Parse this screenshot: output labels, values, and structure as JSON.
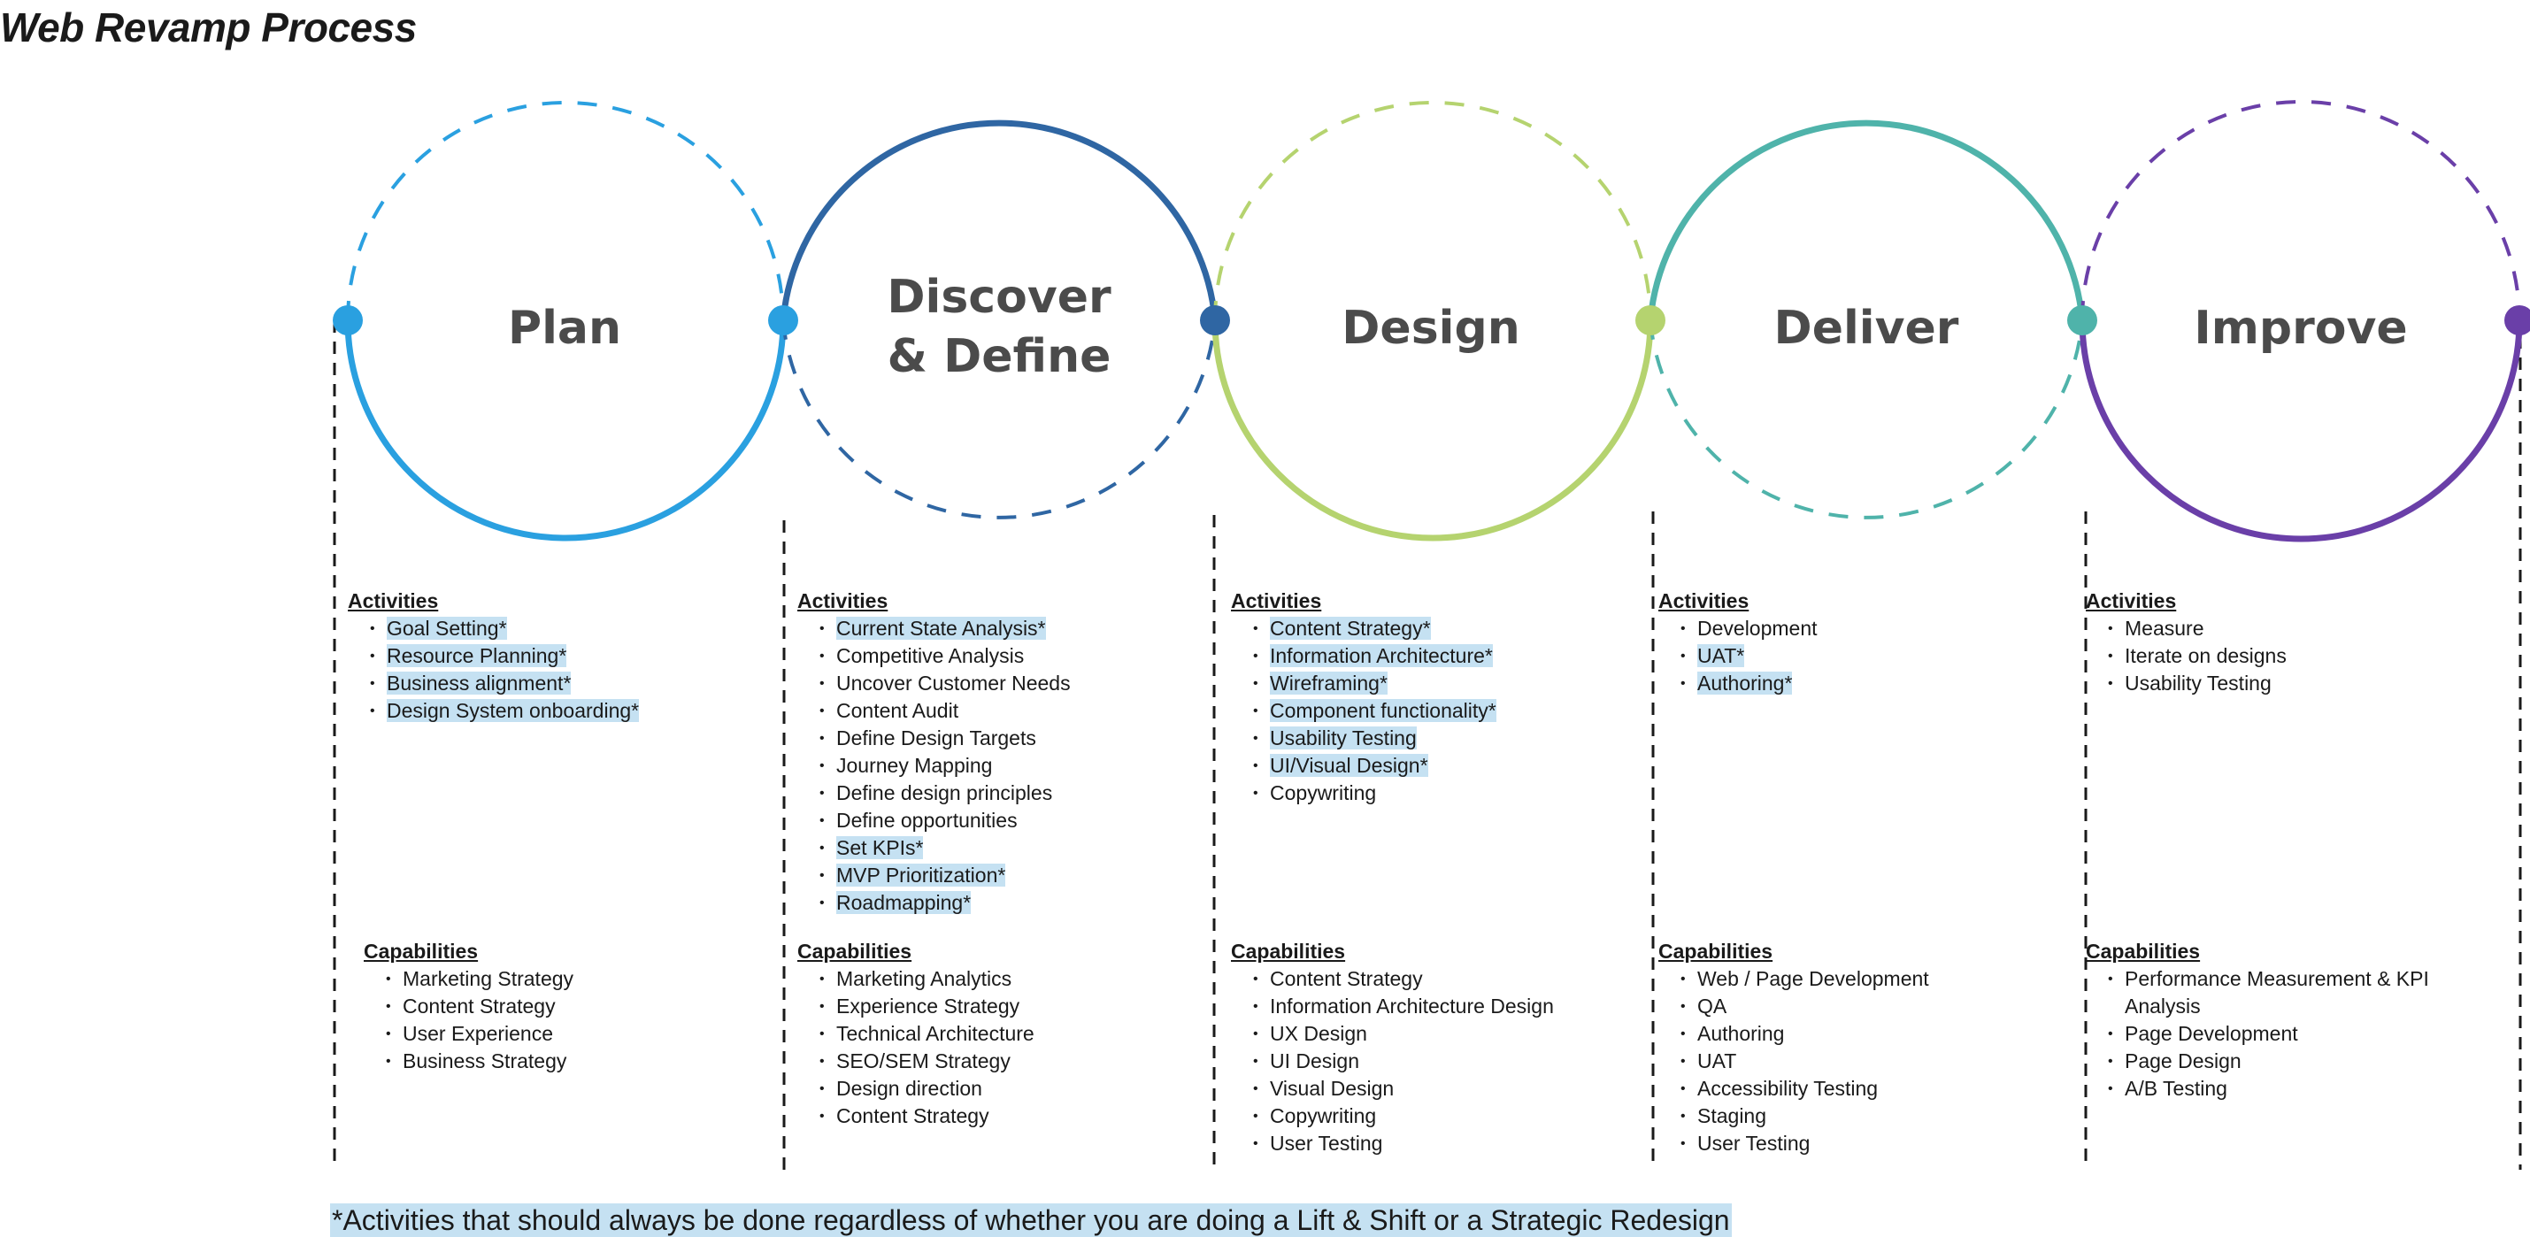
{
  "title": "Web Revamp Process",
  "colors": {
    "plan": "#2aa0e0",
    "discover": "#2f66a3",
    "design": "#b5d36f",
    "deliver": "#4fb3aa",
    "improve": "#6a3fa8",
    "highlight": "#c5e1f2"
  },
  "stages": [
    {
      "lines": [
        "Plan"
      ],
      "activities_label": "Activities",
      "activities": [
        {
          "text": "Goal Setting*",
          "highlight": true
        },
        {
          "text": "Resource Planning*",
          "highlight": true
        },
        {
          "text": "Business alignment*",
          "highlight": true
        },
        {
          "text": "Design System onboarding*",
          "highlight": true
        }
      ],
      "capabilities_label": "Capabilities",
      "capabilities": [
        "Marketing Strategy",
        "Content Strategy",
        "User Experience",
        "Business Strategy"
      ]
    },
    {
      "lines": [
        "Discover",
        "& Define"
      ],
      "activities_label": "Activities",
      "activities": [
        {
          "text": "Current State Analysis*",
          "highlight": true
        },
        {
          "text": "Competitive Analysis",
          "highlight": false
        },
        {
          "text": "Uncover Customer Needs",
          "highlight": false
        },
        {
          "text": "Content Audit",
          "highlight": false
        },
        {
          "text": "Define Design Targets",
          "highlight": false
        },
        {
          "text": "Journey Mapping",
          "highlight": false
        },
        {
          "text": "Define design principles",
          "highlight": false
        },
        {
          "text": "Define opportunities",
          "highlight": false
        },
        {
          "text": "Set KPIs*",
          "highlight": true
        },
        {
          "text": "MVP Prioritization*",
          "highlight": true
        },
        {
          "text": "Roadmapping*",
          "highlight": true
        }
      ],
      "capabilities_label": "Capabilities",
      "capabilities": [
        "Marketing Analytics",
        "Experience Strategy",
        "Technical Architecture",
        "SEO/SEM Strategy",
        "Design direction",
        "Content Strategy"
      ]
    },
    {
      "lines": [
        "Design"
      ],
      "activities_label": "Activities",
      "activities": [
        {
          "text": "Content Strategy*",
          "highlight": true
        },
        {
          "text": "Information Architecture*",
          "highlight": true
        },
        {
          "text": "Wireframing*",
          "highlight": true
        },
        {
          "text": "Component functionality*",
          "highlight": true
        },
        {
          "text": "Usability Testing",
          "highlight": true
        },
        {
          "text": "UI/Visual Design*",
          "highlight": true
        },
        {
          "text": "Copywriting",
          "highlight": false
        }
      ],
      "capabilities_label": "Capabilities",
      "capabilities": [
        "Content Strategy",
        "Information Architecture Design",
        "UX Design",
        "UI Design",
        "Visual Design",
        "Copywriting",
        "User Testing"
      ]
    },
    {
      "lines": [
        "Deliver"
      ],
      "activities_label": "Activities",
      "activities": [
        {
          "text": "Development",
          "highlight": false
        },
        {
          "text": "UAT*",
          "highlight": true
        },
        {
          "text": "Authoring*",
          "highlight": true
        }
      ],
      "capabilities_label": "Capabilities",
      "capabilities": [
        "Web / Page Development",
        "QA",
        "Authoring",
        "UAT",
        "Accessibility Testing",
        "Staging",
        "User Testing"
      ]
    },
    {
      "lines": [
        "Improve"
      ],
      "activities_label": "Activities",
      "activities": [
        {
          "text": "Measure",
          "highlight": false
        },
        {
          "text": "Iterate on designs",
          "highlight": false
        },
        {
          "text": "Usability Testing",
          "highlight": false
        }
      ],
      "capabilities_label": "Capabilities",
      "capabilities": [
        "Performance Measurement & KPI Analysis",
        "Page Development",
        "Page Design",
        "A/B Testing"
      ]
    }
  ],
  "footnote": "*Activities that should always be done regardless of whether you are doing a Lift & Shift or a Strategic Redesign"
}
